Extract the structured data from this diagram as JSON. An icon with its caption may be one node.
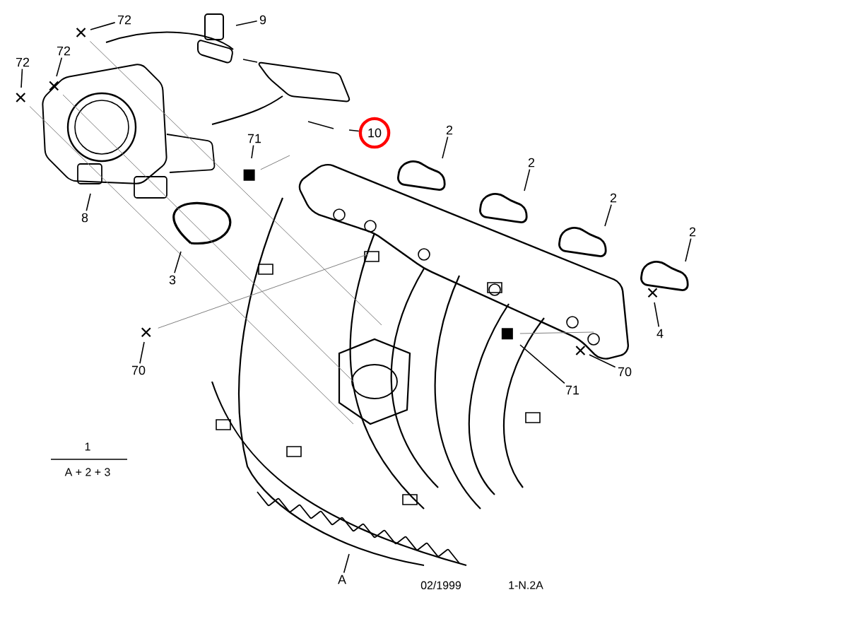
{
  "diagram": {
    "nodes": [
      {
        "text": [
          "72"
        ]
      },
      {
        "text": [
          "9"
        ]
      },
      {
        "text": [
          "72"
        ]
      },
      {
        "text": [
          "72"
        ]
      },
      {
        "text": [
          "10"
        ]
      },
      {
        "text": [
          "71"
        ]
      },
      {
        "text": [
          "2"
        ]
      },
      {
        "text": [
          "2"
        ]
      },
      {
        "text": [
          "2"
        ]
      },
      {
        "text": [
          "2"
        ]
      },
      {
        "text": [
          "8"
        ]
      },
      {
        "text": [
          "3"
        ]
      },
      {
        "text": [
          "4"
        ]
      },
      {
        "text": [
          "70"
        ]
      },
      {
        "text": [
          "70"
        ]
      },
      {
        "text": [
          "71"
        ]
      },
      {
        "text": [
          "A"
        ]
      }
    ],
    "edges": [
      {
        "from": 0,
        "to": null,
        "arrow": "none"
      },
      {
        "from": 1,
        "to": null,
        "arrow": "none"
      },
      {
        "from": 2,
        "to": null,
        "arrow": "none"
      },
      {
        "from": 3,
        "to": null,
        "arrow": "none"
      },
      {
        "from": 4,
        "to": null,
        "arrow": "none"
      },
      {
        "from": 5,
        "to": null,
        "arrow": "none"
      },
      {
        "from": 6,
        "to": null,
        "arrow": "none"
      },
      {
        "from": 7,
        "to": null,
        "arrow": "none"
      },
      {
        "from": 8,
        "to": null,
        "arrow": "none"
      },
      {
        "from": 9,
        "to": null,
        "arrow": "none"
      },
      {
        "from": 10,
        "to": null,
        "arrow": "none"
      },
      {
        "from": 11,
        "to": null,
        "arrow": "none"
      },
      {
        "from": 12,
        "to": null,
        "arrow": "none"
      },
      {
        "from": 13,
        "to": null,
        "arrow": "none"
      },
      {
        "from": 14,
        "to": null,
        "arrow": "none"
      },
      {
        "from": 15,
        "to": null,
        "arrow": "none"
      },
      {
        "from": 16,
        "to": null,
        "arrow": "none"
      }
    ],
    "labels": [
      "1",
      "A + 2 + 3",
      "02/1999",
      "1-N.2A"
    ]
  }
}
